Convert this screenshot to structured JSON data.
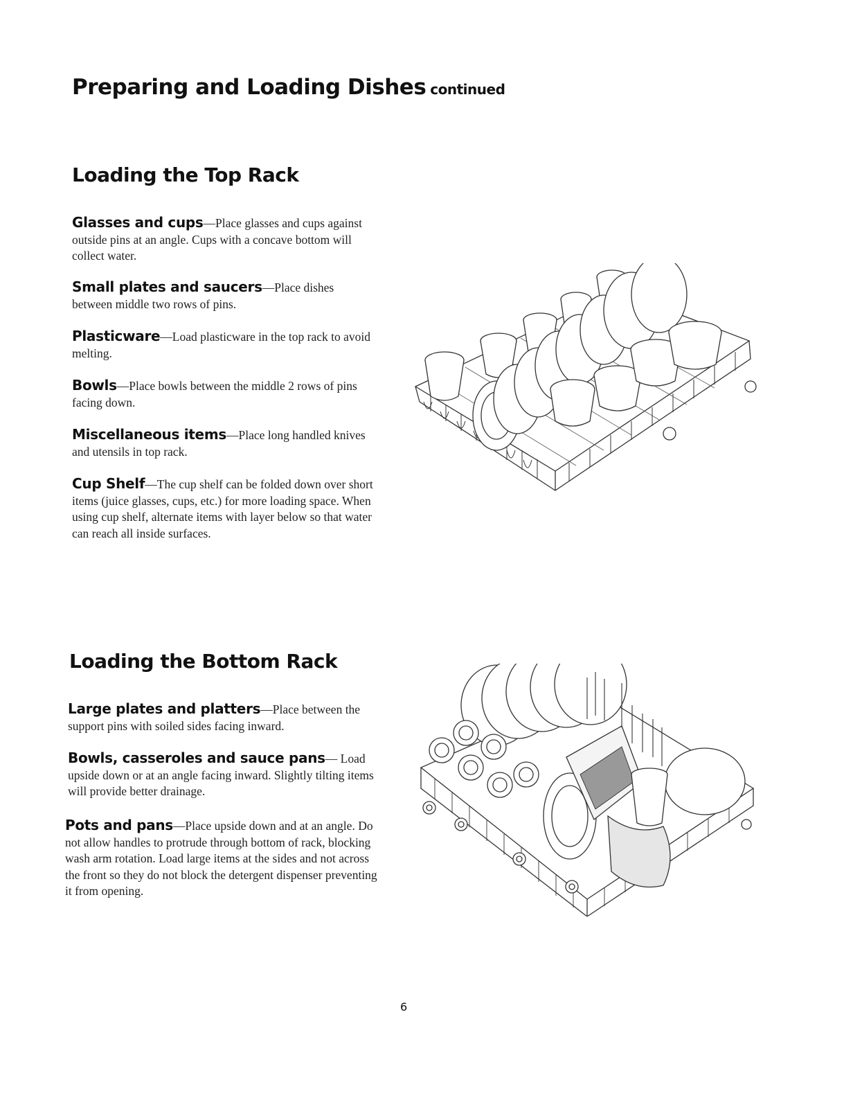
{
  "title": {
    "main": "Preparing and Loading Dishes",
    "suffix": "continued"
  },
  "top_rack": {
    "heading": "Loading the Top Rack",
    "items": [
      {
        "head": "Glasses and cups",
        "text": "—Place glasses and cups against outside pins at an angle. Cups with a concave bottom will collect water."
      },
      {
        "head": "Small plates and saucers",
        "text": "—Place dishes between middle two rows of pins."
      },
      {
        "head": "Plasticware",
        "text": "—Load plasticware in the top rack to avoid melting."
      },
      {
        "head": "Bowls",
        "text": "—Place bowls between the middle 2 rows of pins facing down."
      },
      {
        "head": "Miscellaneous items",
        "text": "—Place long handled knives and utensils in top rack."
      },
      {
        "head": "Cup Shelf",
        "text": "—The cup shelf can be folded down over short items (juice glasses, cups, etc.) for more loading space. When using cup shelf, alternate items with layer below so that water can reach all inside surfaces."
      }
    ]
  },
  "bottom_rack": {
    "heading": "Loading the Bottom Rack",
    "items": [
      {
        "head": "Large plates and platters",
        "text": "—Place between the support pins with soiled sides facing inward."
      },
      {
        "head": "Bowls, casseroles and sauce pans",
        "text": "— Load upside down or at an angle facing inward. Slightly tilting items will provide better drainage."
      },
      {
        "head": "Pots and pans",
        "text": "—Place upside down and at an angle. Do not allow handles to protrude through bottom of rack, blocking wash arm rotation. Load large items at the sides and not across the front so they do not block the detergent dispenser preventing it from opening."
      }
    ]
  },
  "page_number": "6"
}
